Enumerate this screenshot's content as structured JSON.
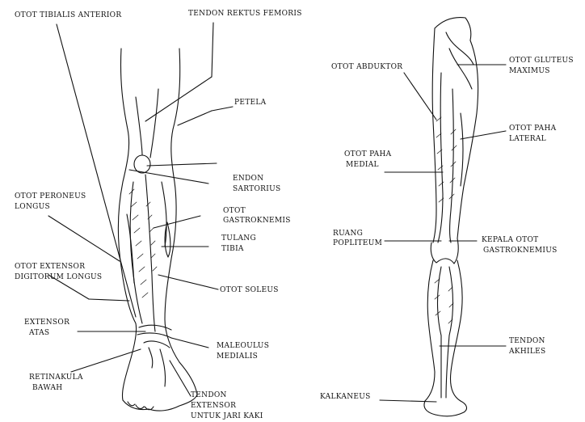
{
  "colors": {
    "ink": "#111111",
    "background": "#ffffff"
  },
  "front_leg": {
    "labels": {
      "tibialis_anterior": "OTOT TIBIALIS ANTERIOR",
      "rektus_femoris": "TENDON REKTUS FEMORIS",
      "petela": "PETELA",
      "sartorius_1": "ENDON",
      "sartorius_2": "SARTORIUS",
      "gastroknemis_1": "OTOT",
      "gastroknemis_2": "GASTROKNEMIS",
      "peroneus_1": "OTOT PERONEUS",
      "peroneus_2": "LONGUS",
      "tulang_tibia_1": "TULANG",
      "tulang_tibia_2": "TIBIA",
      "extensor_digitorum_1": "OTOT EXTENSOR",
      "extensor_digitorum_2": "DIGITORUM LONGUS",
      "soleus": "OTOT SOLEUS",
      "extensor_atas_1": "EXTENSOR",
      "extensor_atas_2": "ATAS",
      "maleolus_1": "MALEOULUS",
      "maleolus_2": "MEDIALIS",
      "retinakula_1": "RETINAKULA",
      "retinakula_2": "BAWAH",
      "tendon_extensor_1": "TENDON",
      "tendon_extensor_2": "EXTENSOR",
      "tendon_extensor_3": "UNTUK JARI KAKI"
    }
  },
  "back_leg": {
    "labels": {
      "abduktor": "OTOT ABDUKTOR",
      "gluteus_1": "OTOT GLUTEUS",
      "gluteus_2": "MAXIMUS",
      "paha_lateral_1": "OTOT PAHA",
      "paha_lateral_2": "LATERAL",
      "paha_medial_1": "OTOT PAHA",
      "paha_medial_2": "MEDIAL",
      "popliteum_1": "RUANG",
      "popliteum_2": "POPLITEUM",
      "kepala_gastro_1": "KEPALA OTOT",
      "kepala_gastro_2": "GASTROKNEMIUS",
      "akhiles_1": "TENDON",
      "akhiles_2": "AKHILES",
      "kalkaneus": "KALKANEUS"
    }
  }
}
